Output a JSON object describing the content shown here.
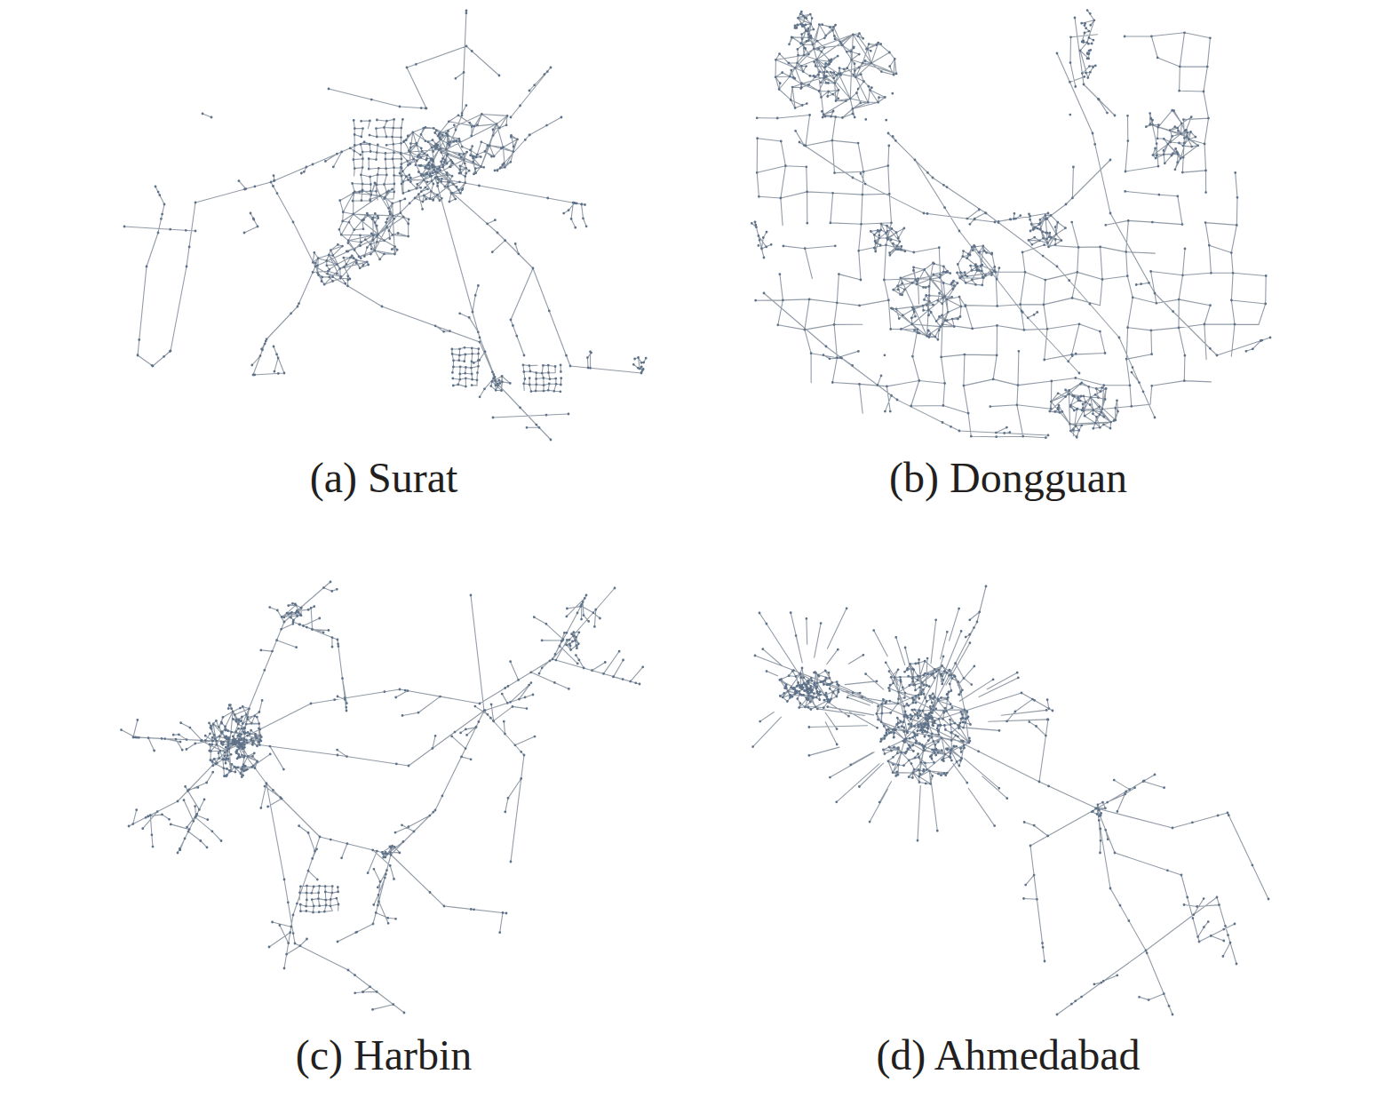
{
  "diagram": {
    "labels": [
      "(a) Surat",
      "(b) Dongguan",
      "(c) Harbin",
      "(d) Ahmedabad"
    ]
  }
}
